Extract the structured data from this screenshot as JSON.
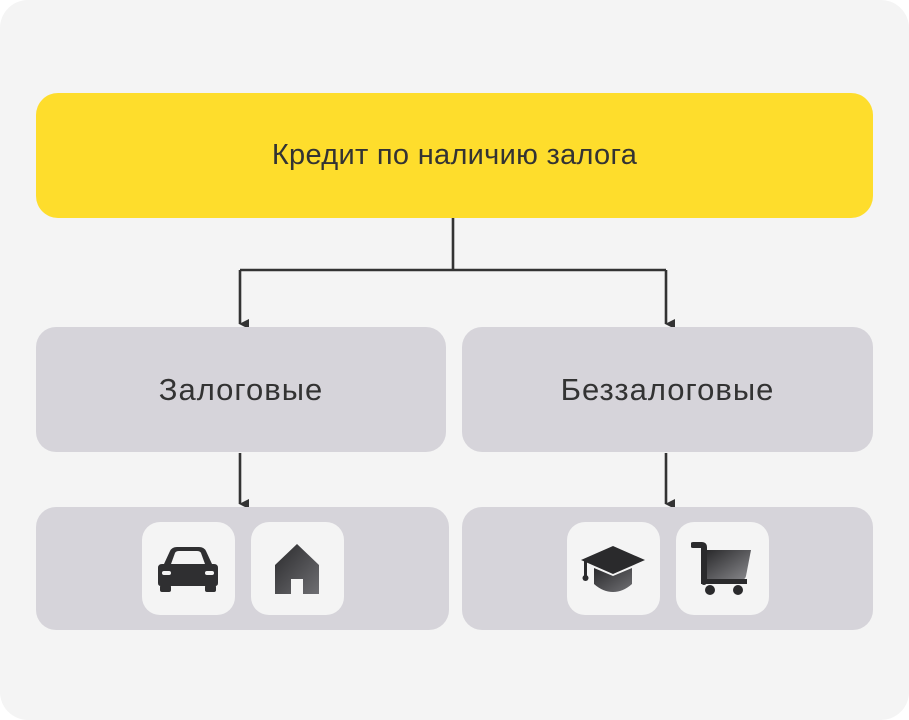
{
  "diagram": {
    "root": {
      "label": "Кредит по наличию залога"
    },
    "branches": [
      {
        "label": "Залоговые",
        "icons": [
          "car-icon",
          "house-icon"
        ]
      },
      {
        "label": "Беззалоговые",
        "icons": [
          "graduation-cap-icon",
          "shopping-cart-icon"
        ]
      }
    ]
  },
  "colors": {
    "root_fill": "#FEDD2C",
    "node_fill": "#D6D4DA",
    "tile_fill": "#F4F4F4",
    "line": "#333333",
    "background": "#F4F4F4"
  }
}
